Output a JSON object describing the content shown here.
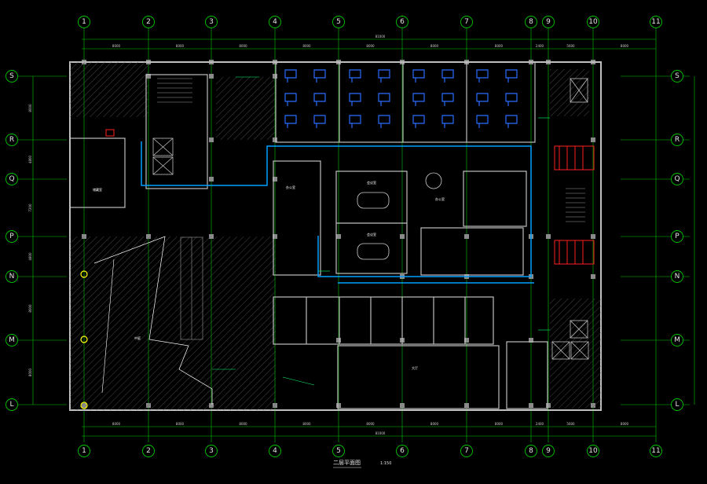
{
  "drawing": {
    "title": "二层平面图",
    "scale": "1:150",
    "overall_dimension": "81000"
  },
  "grid": {
    "columns": [
      "1",
      "2",
      "3",
      "4",
      "5",
      "6",
      "7",
      "8",
      "9",
      "10",
      "11"
    ],
    "rows": [
      "S",
      "R",
      "Q",
      "P",
      "N",
      "M",
      "L"
    ]
  },
  "dimensions": {
    "top_segments": [
      "8000",
      "8000",
      "8000",
      "8000",
      "8000",
      "8000",
      "8000",
      "2400",
      "5600",
      "8000"
    ],
    "bottom_segments": [
      "8000",
      "8000",
      "8000",
      "8000",
      "8000",
      "8000",
      "8000",
      "2400",
      "5600",
      "8000"
    ],
    "left_segments": [
      "8000",
      "4800",
      "7200",
      "4800",
      "8000",
      "8000"
    ]
  },
  "rooms": {
    "meeting_1": "会议室",
    "meeting_2": "会议室",
    "office_a": "办公室",
    "office_b": "办公室",
    "hall": "大厅",
    "atrium": "中庭",
    "storage": "储藏室"
  },
  "colors": {
    "background": "#000000",
    "grid_line": "#00c800",
    "wall": "#bfbfbf",
    "duct": "#00a0ff",
    "fire_equipment": "#ff2020",
    "note_text": "#00ff66",
    "column_marker": "#ffff00"
  }
}
